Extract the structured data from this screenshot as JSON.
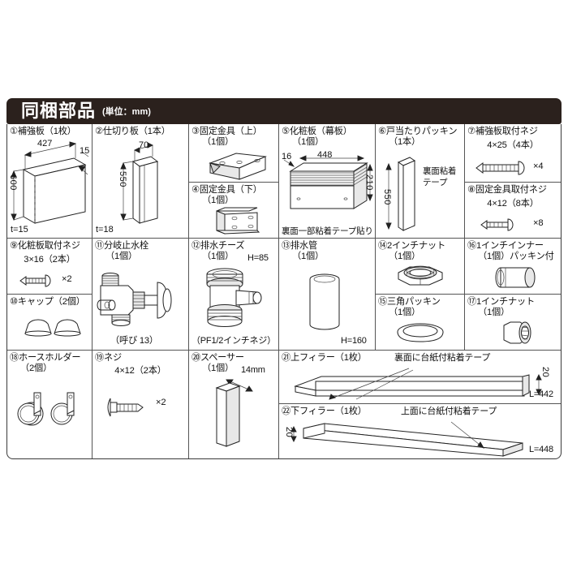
{
  "header": {
    "title": "同梱部品",
    "unit": "(単位：mm)"
  },
  "parts": [
    {
      "id": "01",
      "num": "①",
      "name": "補強板（1枚）",
      "sub": "",
      "dims": {
        "width": "427",
        "thickness_edge": "15",
        "height": "600",
        "t": "t=15"
      },
      "note": ""
    },
    {
      "id": "02",
      "num": "②",
      "name": "仕切り板（1本）",
      "sub": "",
      "dims": {
        "width": "70",
        "height": "550",
        "t": "t=18"
      },
      "note": ""
    },
    {
      "id": "03",
      "num": "③",
      "name": "固定金具（上）",
      "sub": "（1個）",
      "note": ""
    },
    {
      "id": "04",
      "num": "④",
      "name": "固定金具（下）",
      "sub": "（1個）",
      "note": ""
    },
    {
      "id": "05",
      "num": "⑤",
      "name": "化粧板（幕板）",
      "sub": "（1個）",
      "dims": {
        "depth": "16",
        "width": "448",
        "height": "210"
      },
      "note": "裏面一部粘着テープ貼り"
    },
    {
      "id": "06",
      "num": "⑥",
      "name": "戸当たりパッキン",
      "sub": "（1本）",
      "dims": {
        "height": "550"
      },
      "note": "裏面粘着\nテープ",
      "note_line1": "裏面粘着",
      "note_line2": "テープ"
    },
    {
      "id": "07",
      "num": "⑦",
      "name": "補強板取付ネジ",
      "spec": "4×25（4本）",
      "count": "×4"
    },
    {
      "id": "08",
      "num": "⑧",
      "name": "固定金具取付ネジ",
      "spec": "4×12（8本）",
      "count": "×8"
    },
    {
      "id": "09",
      "num": "⑨",
      "name": "化粧板取付ネジ",
      "spec": "3×16（2本）",
      "count": "×2"
    },
    {
      "id": "10",
      "num": "⑩",
      "name": "キャップ（2個）",
      "sub": ""
    },
    {
      "id": "11",
      "num": "⑪",
      "name": "分岐止水栓",
      "sub": "（1個）",
      "note": "（呼び 13）"
    },
    {
      "id": "12",
      "num": "⑫",
      "name": "排水チーズ",
      "sub": "（1個）",
      "dim_label": "H=85",
      "note": "（PF1/2インチネジ）"
    },
    {
      "id": "13",
      "num": "⑬",
      "name": "排水管",
      "sub": "（1個）",
      "dim_label": "H=160"
    },
    {
      "id": "14",
      "num": "⑭",
      "name": "2インチナット",
      "sub": "（1個）"
    },
    {
      "id": "15",
      "num": "⑮",
      "name": "三角パッキン",
      "sub": "（1個）"
    },
    {
      "id": "16",
      "num": "⑯",
      "name": "1インチインナー",
      "sub": "（1個）パッキン付"
    },
    {
      "id": "17",
      "num": "⑰",
      "name": "1インチナット",
      "sub": "（1個）"
    },
    {
      "id": "18",
      "num": "⑱",
      "name": "ホースホルダー",
      "sub": "（2個）"
    },
    {
      "id": "19",
      "num": "⑲",
      "name": "ネジ",
      "spec": "4×12（2本）",
      "count": "×2"
    },
    {
      "id": "20",
      "num": "⑳",
      "name": "スペーサー",
      "sub": "（1個）",
      "dim_label": "14mm"
    },
    {
      "id": "21",
      "num": "㉑",
      "name": "上フィラー（1枚）",
      "note": "裏面に台紙付粘着テープ",
      "dim_h": "20",
      "dim_len": "L=442"
    },
    {
      "id": "22",
      "num": "㉒",
      "name": "下フィラー（1枚）",
      "note": "上面に台紙付粘着テープ",
      "dim_h": "20",
      "dim_len": "L=448"
    }
  ],
  "colors": {
    "header_bg": "#2b211d",
    "header_text": "#ffffff",
    "border": "#555555",
    "page_bg": "#ffffff"
  }
}
